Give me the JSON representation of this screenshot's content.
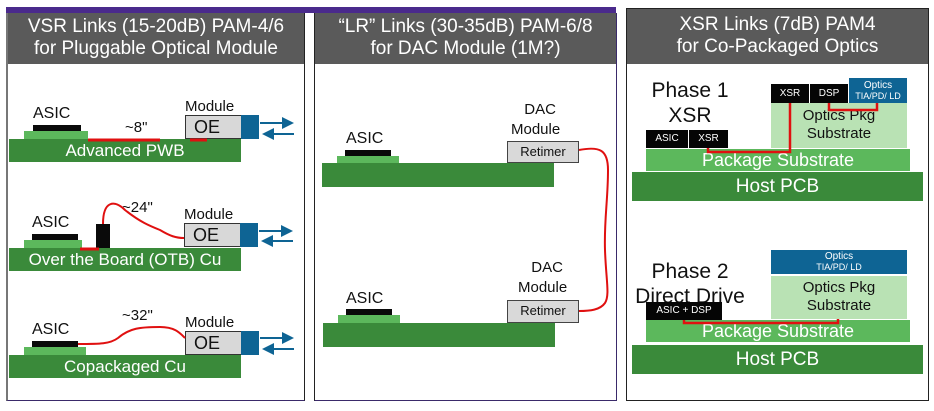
{
  "panels": [
    {
      "header_line1": "VSR Links (15-20dB) PAM-4/6",
      "header_line2": "for Pluggable Optical Module",
      "rows": [
        {
          "chip_label": "ASIC",
          "length": "~8\"",
          "module_label": "Module",
          "oe_label": "OE",
          "board_label": "Advanced PWB"
        },
        {
          "chip_label": "ASIC",
          "length": "~24\"",
          "module_label": "Module",
          "oe_label": "OE",
          "board_label": "Over the Board (OTB) Cu"
        },
        {
          "chip_label": "ASIC",
          "length": "~32\"",
          "module_label": "Module",
          "oe_label": "OE",
          "board_label": "Copackaged Cu"
        }
      ]
    },
    {
      "header_line1": "“LR” Links (30-35dB) PAM-6/8",
      "header_line2": "for DAC Module (1M?)",
      "rows": [
        {
          "chip_label": "ASIC",
          "module_line1": "DAC",
          "module_line2": "Module",
          "retimer_label": "Retimer"
        },
        {
          "chip_label": "ASIC",
          "module_line1": "DAC",
          "module_line2": "Module",
          "retimer_label": "Retimer"
        }
      ]
    },
    {
      "header_line1": "XSR Links (7dB) PAM4",
      "header_line2": "for Co-Packaged Optics",
      "phase1": {
        "title_line1": "Phase 1",
        "title_line2": "XSR",
        "asic": "ASIC",
        "xsr_left": "XSR",
        "xsr_right": "XSR",
        "dsp": "DSP",
        "optics_line1": "Optics",
        "optics_line2": "TIA/PD/ LD",
        "optics_pkg_line1": "Optics Pkg",
        "optics_pkg_line2": "Substrate",
        "package_substrate": "Package Substrate",
        "host_pcb": "Host PCB"
      },
      "phase2": {
        "title_line1": "Phase 2",
        "title_line2": "Direct Drive",
        "asic_dsp": "ASIC + DSP",
        "optics_line1": "Optics",
        "optics_line2": "TIA/PD/ LD",
        "optics_pkg_line1": "Optics Pkg",
        "optics_pkg_line2": "Substrate",
        "package_substrate": "Package Substrate",
        "host_pcb": "Host PCB"
      }
    }
  ],
  "colors": {
    "accent_bar": "#4a2a8c",
    "header_bg": "#5a5a5a",
    "pcb_green": "#3a8a3a",
    "package_green": "#5cb85c",
    "optics_pkg_green": "#b9e2b4",
    "optics_blue": "#0e6494",
    "trace_red": "#e01010"
  }
}
